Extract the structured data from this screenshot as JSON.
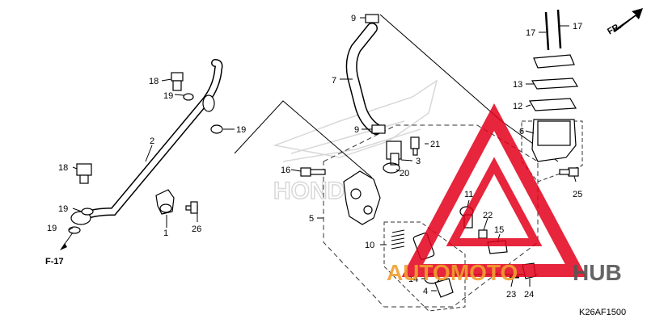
{
  "diagram": {
    "code": "K26AF1500",
    "direction_label": "FR.",
    "ref_label": "F-17",
    "callouts": [
      {
        "id": "c1",
        "text": "1"
      },
      {
        "id": "c2",
        "text": "2"
      },
      {
        "id": "c3",
        "text": "3"
      },
      {
        "id": "c4",
        "text": "4"
      },
      {
        "id": "c5",
        "text": "5"
      },
      {
        "id": "c6",
        "text": "6"
      },
      {
        "id": "c7",
        "text": "7"
      },
      {
        "id": "c9a",
        "text": "9"
      },
      {
        "id": "c9b",
        "text": "9"
      },
      {
        "id": "c10",
        "text": "10"
      },
      {
        "id": "c11",
        "text": "11"
      },
      {
        "id": "c12",
        "text": "12"
      },
      {
        "id": "c13",
        "text": "13"
      },
      {
        "id": "c14",
        "text": "14"
      },
      {
        "id": "c15",
        "text": "15"
      },
      {
        "id": "c16",
        "text": "16"
      },
      {
        "id": "c17a",
        "text": "17"
      },
      {
        "id": "c17b",
        "text": "17"
      },
      {
        "id": "c18a",
        "text": "18"
      },
      {
        "id": "c18b",
        "text": "18"
      },
      {
        "id": "c19a",
        "text": "19"
      },
      {
        "id": "c19b",
        "text": "19"
      },
      {
        "id": "c19c",
        "text": "19"
      },
      {
        "id": "c19d",
        "text": "19"
      },
      {
        "id": "c20",
        "text": "20"
      },
      {
        "id": "c21",
        "text": "21"
      },
      {
        "id": "c22",
        "text": "22"
      },
      {
        "id": "c23",
        "text": "23"
      },
      {
        "id": "c24",
        "text": "24"
      },
      {
        "id": "c25",
        "text": "25"
      },
      {
        "id": "c26",
        "text": "26"
      }
    ]
  },
  "watermark": {
    "brand_part1": "AUTOMOTO",
    "brand_part2": "HUB",
    "colors": {
      "red": "#e3001b",
      "orange": "#f0a030",
      "gray": "#555555"
    }
  }
}
